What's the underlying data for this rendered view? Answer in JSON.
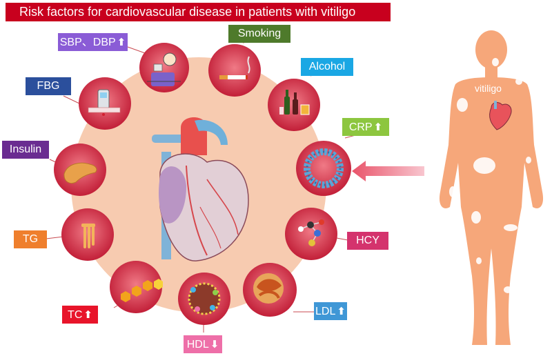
{
  "title": "Risk factors for cardiovascular disease in patients with vitiligo",
  "factors": [
    {
      "label": "SBP、DBP",
      "arrow": "⬆",
      "color": "#8a5cd6",
      "icon": "blood-pressure-icon"
    },
    {
      "label": "Smoking",
      "arrow": "",
      "color": "#4e7a2b",
      "icon": "cigarette-icon"
    },
    {
      "label": "Alcohol",
      "arrow": "",
      "color": "#1aa7e4",
      "icon": "alcohol-bottles-icon"
    },
    {
      "label": "CRP",
      "arrow": "⬆",
      "color": "#8dc63f",
      "icon": "crp-protein-icon"
    },
    {
      "label": "HCY",
      "arrow": "",
      "color": "#d4336d",
      "icon": "hcy-molecule-icon"
    },
    {
      "label": "LDL",
      "arrow": "⬆",
      "color": "#3f97d6",
      "icon": "ldl-icon"
    },
    {
      "label": "HDL",
      "arrow": "⬇",
      "color": "#ee6fa8",
      "icon": "hdl-particle-icon"
    },
    {
      "label": "TC",
      "arrow": "⬆",
      "color": "#e8142a",
      "icon": "cholesterol-icon"
    },
    {
      "label": "TG",
      "arrow": "",
      "color": "#ef7f2d",
      "icon": "triglyceride-icon"
    },
    {
      "label": "Insulin",
      "arrow": "",
      "color": "#6a2c91",
      "icon": "pancreas-icon"
    },
    {
      "label": "FBG",
      "arrow": "",
      "color": "#2b4f9c",
      "icon": "glucose-meter-icon"
    }
  ],
  "body_label": "vitiligo",
  "colors": {
    "title_bg": "#c8001e",
    "skin": "#f6a77a",
    "halo": "#f7cbb0",
    "circle": "#d8364c",
    "patch": "#ffffff"
  }
}
